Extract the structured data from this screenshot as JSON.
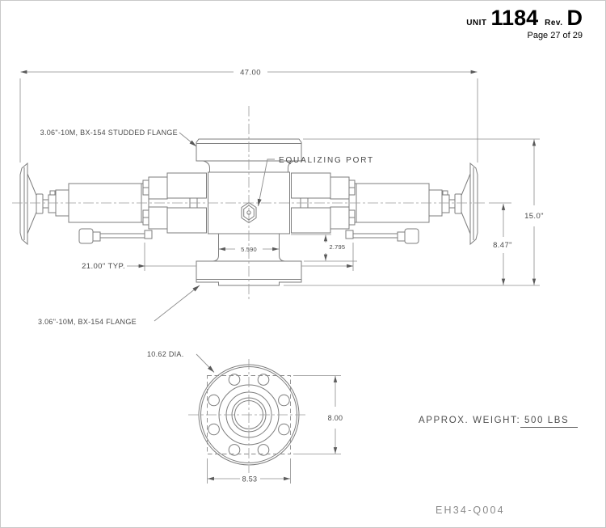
{
  "header": {
    "unit_label": "UNIT",
    "unit_number": "1184",
    "rev_label": "Rev.",
    "rev_letter": "D",
    "page_info": "Page 27 of 29"
  },
  "labels": {
    "top_flange": "3.06\"-10M, BX-154 STUDDED FLANGE",
    "equalizing_port": "EQUALIZING PORT",
    "bottom_flange": "3.06\"-10M, BX-154 FLANGE",
    "flange_diameter": "10.62 DIA."
  },
  "dimensions": {
    "overall_width": "47.00",
    "typical_width": "21.00\" TYP.",
    "port_spacing": "5.590",
    "port_offset": "2.795",
    "overall_height": "15.0\"",
    "centerline_to_base": "8.47\"",
    "bolt_square_width": "8.53",
    "bolt_square_height": "8.00"
  },
  "notes": {
    "weight_label": "APPROX. WEIGHT:",
    "weight_value": "500 LBS",
    "drawing_number": "EH34-Q004"
  }
}
